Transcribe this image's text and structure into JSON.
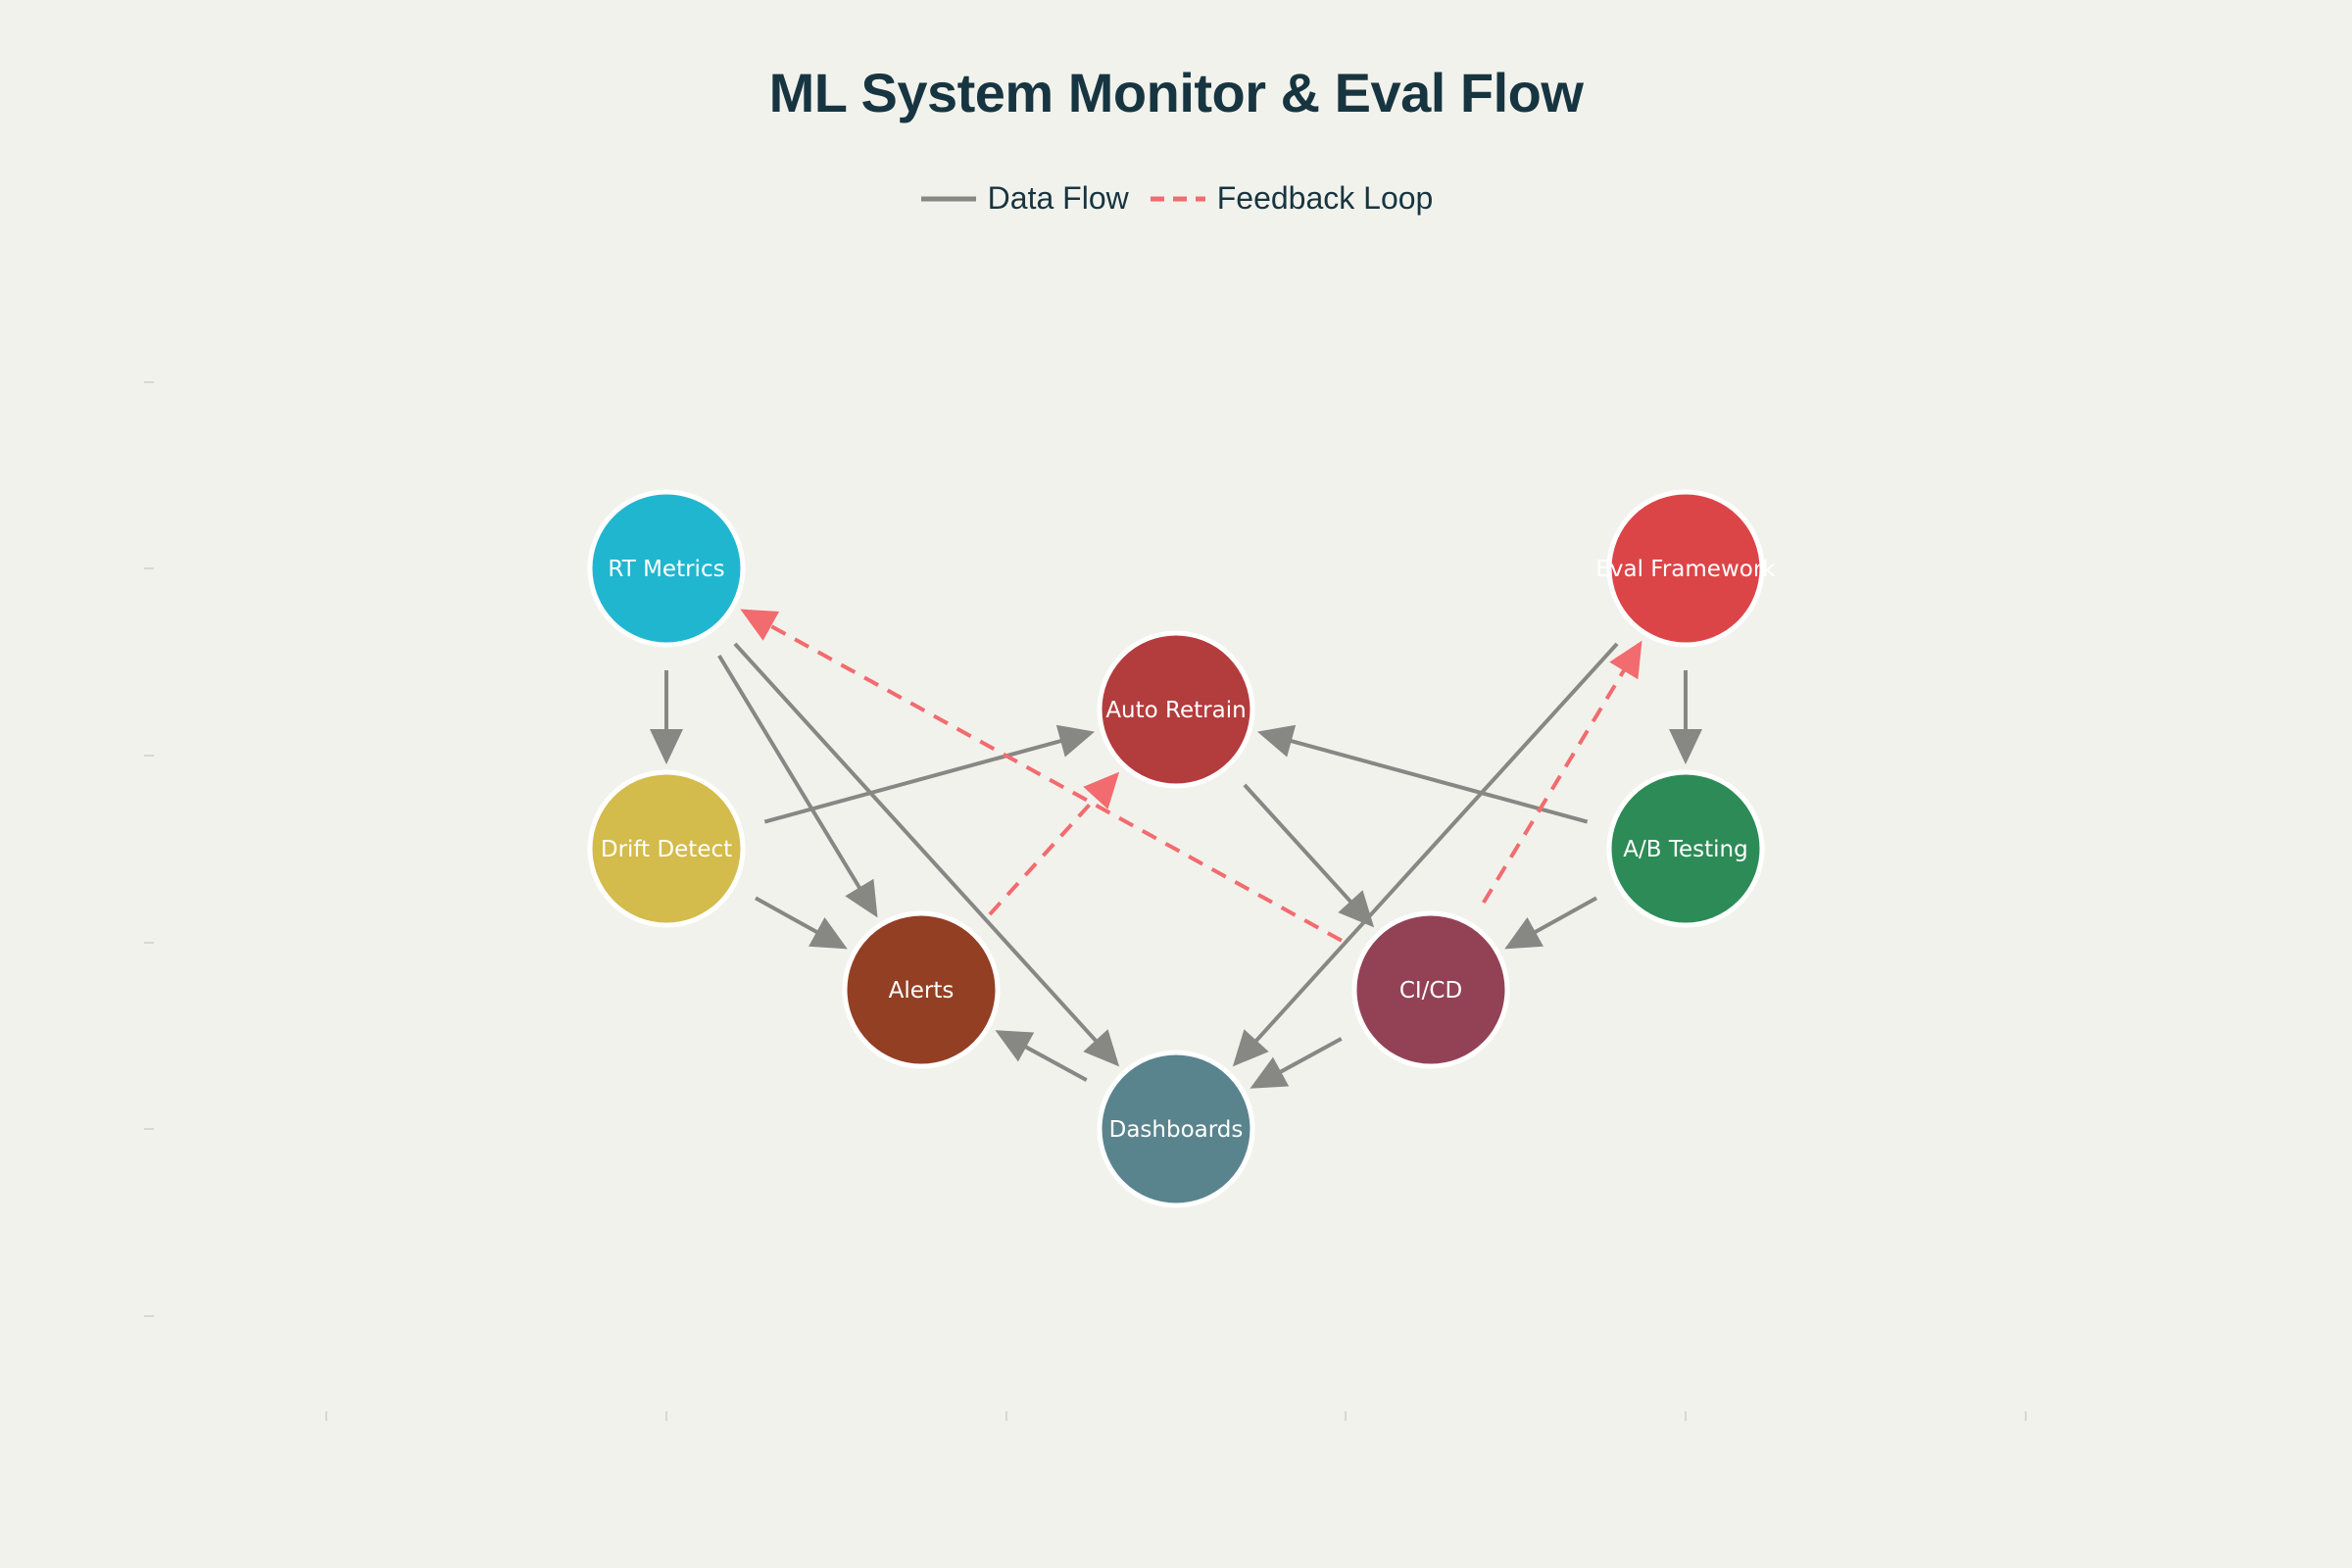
{
  "title": "ML System Monitor & Eval Flow",
  "legend": {
    "data_flow_label": "Data Flow",
    "feedback_label": "Feedback Loop"
  },
  "colors": {
    "background": "#f2f2ed",
    "data_flow": "#878784",
    "feedback": "#f26b6e",
    "title": "#173540"
  },
  "nodes": [
    {
      "id": "rt_metrics",
      "label": "RT Metrics",
      "color": "#21b6cf"
    },
    {
      "id": "drift_detect",
      "label": "Drift Detect",
      "color": "#d3bb4c"
    },
    {
      "id": "alerts",
      "label": "Alerts",
      "color": "#923f24"
    },
    {
      "id": "auto_retrain",
      "label": "Auto Retrain",
      "color": "#b33c3d"
    },
    {
      "id": "dashboards",
      "label": "Dashboards",
      "color": "#5a848d"
    },
    {
      "id": "ci_cd",
      "label": "CI/CD",
      "color": "#934256"
    },
    {
      "id": "eval_framework",
      "label": "Eval Framework",
      "color": "#dc4548"
    },
    {
      "id": "ab_testing",
      "label": "A/B Testing",
      "color": "#2d8b57"
    }
  ],
  "edges": [
    {
      "from": "rt_metrics",
      "to": "drift_detect",
      "type": "data"
    },
    {
      "from": "rt_metrics",
      "to": "alerts",
      "type": "data"
    },
    {
      "from": "rt_metrics",
      "to": "dashboards",
      "type": "data"
    },
    {
      "from": "drift_detect",
      "to": "auto_retrain",
      "type": "data"
    },
    {
      "from": "drift_detect",
      "to": "alerts",
      "type": "data"
    },
    {
      "from": "auto_retrain",
      "to": "ci_cd",
      "type": "data"
    },
    {
      "from": "dashboards",
      "to": "alerts",
      "type": "data"
    },
    {
      "from": "eval_framework",
      "to": "dashboards",
      "type": "data"
    },
    {
      "from": "eval_framework",
      "to": "ab_testing",
      "type": "data"
    },
    {
      "from": "ab_testing",
      "to": "auto_retrain",
      "type": "data"
    },
    {
      "from": "ab_testing",
      "to": "ci_cd",
      "type": "data"
    },
    {
      "from": "ci_cd",
      "to": "dashboards",
      "type": "data"
    },
    {
      "from": "alerts",
      "to": "auto_retrain",
      "type": "feedback"
    },
    {
      "from": "ci_cd",
      "to": "rt_metrics",
      "type": "feedback"
    },
    {
      "from": "ci_cd",
      "to": "eval_framework",
      "type": "feedback"
    }
  ]
}
